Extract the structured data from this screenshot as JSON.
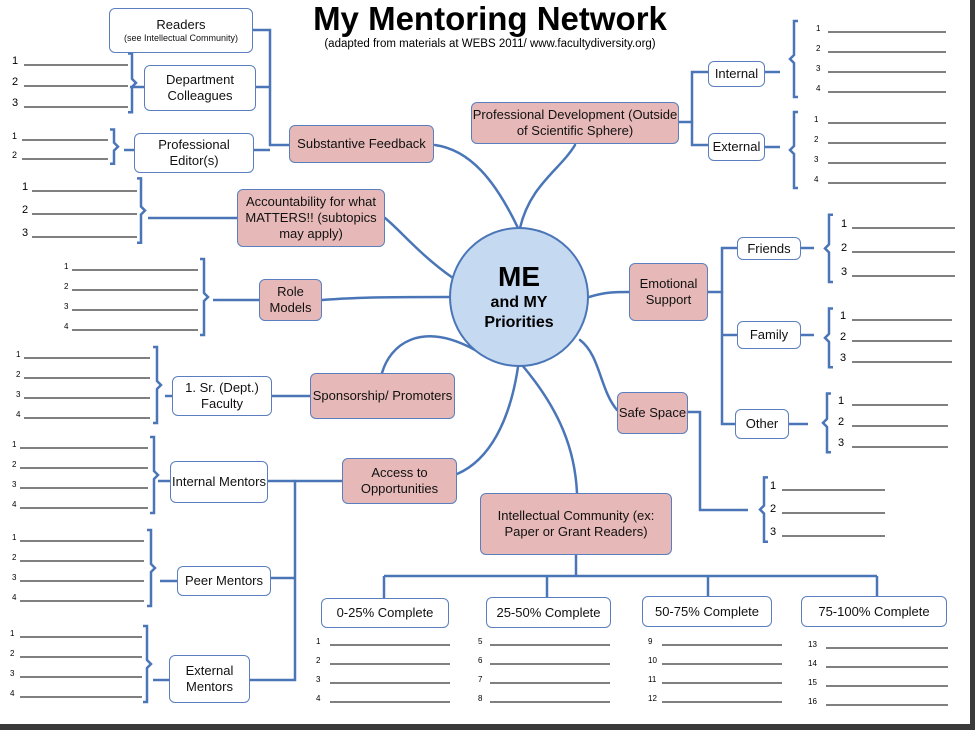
{
  "title": "My Mentoring Network",
  "subtitle": "(adapted from materials at WEBS 2011/ www.facultydiversity.org)",
  "center": {
    "line1": "ME",
    "line2": "and MY",
    "line3": "Priorities"
  },
  "nodes": {
    "readers": {
      "label": "Readers",
      "sublabel": "(see Intellectual Community)"
    },
    "dept_colleagues": "Department Colleagues",
    "professional_editors": "Professional Editor(s)",
    "substantive_feedback": "Substantive Feedback",
    "accountability": "Accountability for what MATTERS!! (subtopics may apply)",
    "role_models": "Role Models",
    "sr_faculty": "1. Sr. (Dept.) Faculty",
    "sponsorship": "Sponsorship/ Promoters",
    "internal_mentors": "Internal Mentors",
    "access_opportunities": "Access to Opportunities",
    "peer_mentors": "Peer Mentors",
    "external_mentors": "External Mentors",
    "professional_development": "Professional Development (Outside of Scientific Sphere)",
    "internal": "Internal",
    "external": "External",
    "emotional_support": "Emotional Support",
    "friends": "Friends",
    "family": "Family",
    "other": "Other",
    "safe_space": "Safe Space",
    "intellectual_community": "Intellectual Community (ex: Paper or Grant Readers)",
    "complete_0_25": "0-25% Complete",
    "complete_25_50": "25-50% Complete",
    "complete_50_75": "50-75% Complete",
    "complete_75_100": "75-100% Complete"
  },
  "blanks": {
    "dept_colleagues": [
      "1",
      "2",
      "3"
    ],
    "professional_editors": [
      "1",
      "2"
    ],
    "accountability": [
      "1",
      "2",
      "3"
    ],
    "role_models": [
      "1",
      "2",
      "3",
      "4"
    ],
    "sr_faculty": [
      "1",
      "2",
      "3",
      "4"
    ],
    "internal_mentors": [
      "1",
      "2",
      "3",
      "4"
    ],
    "peer_mentors": [
      "1",
      "2",
      "3",
      "4"
    ],
    "external_mentors": [
      "1",
      "2",
      "3",
      "4"
    ],
    "internal": [
      "1",
      "2",
      "3",
      "4"
    ],
    "external": [
      "1",
      "2",
      "3",
      "4"
    ],
    "friends": [
      "1",
      "2",
      "3"
    ],
    "family": [
      "1",
      "2",
      "3"
    ],
    "other": [
      "1",
      "2",
      "3"
    ],
    "safe_space": [
      "1",
      "2",
      "3"
    ],
    "complete_0_25": [
      "1",
      "2",
      "3",
      "4"
    ],
    "complete_25_50": [
      "5",
      "6",
      "7",
      "8"
    ],
    "complete_50_75": [
      "9",
      "10",
      "11",
      "12"
    ],
    "complete_75_100": [
      "13",
      "14",
      "15",
      "16"
    ]
  }
}
